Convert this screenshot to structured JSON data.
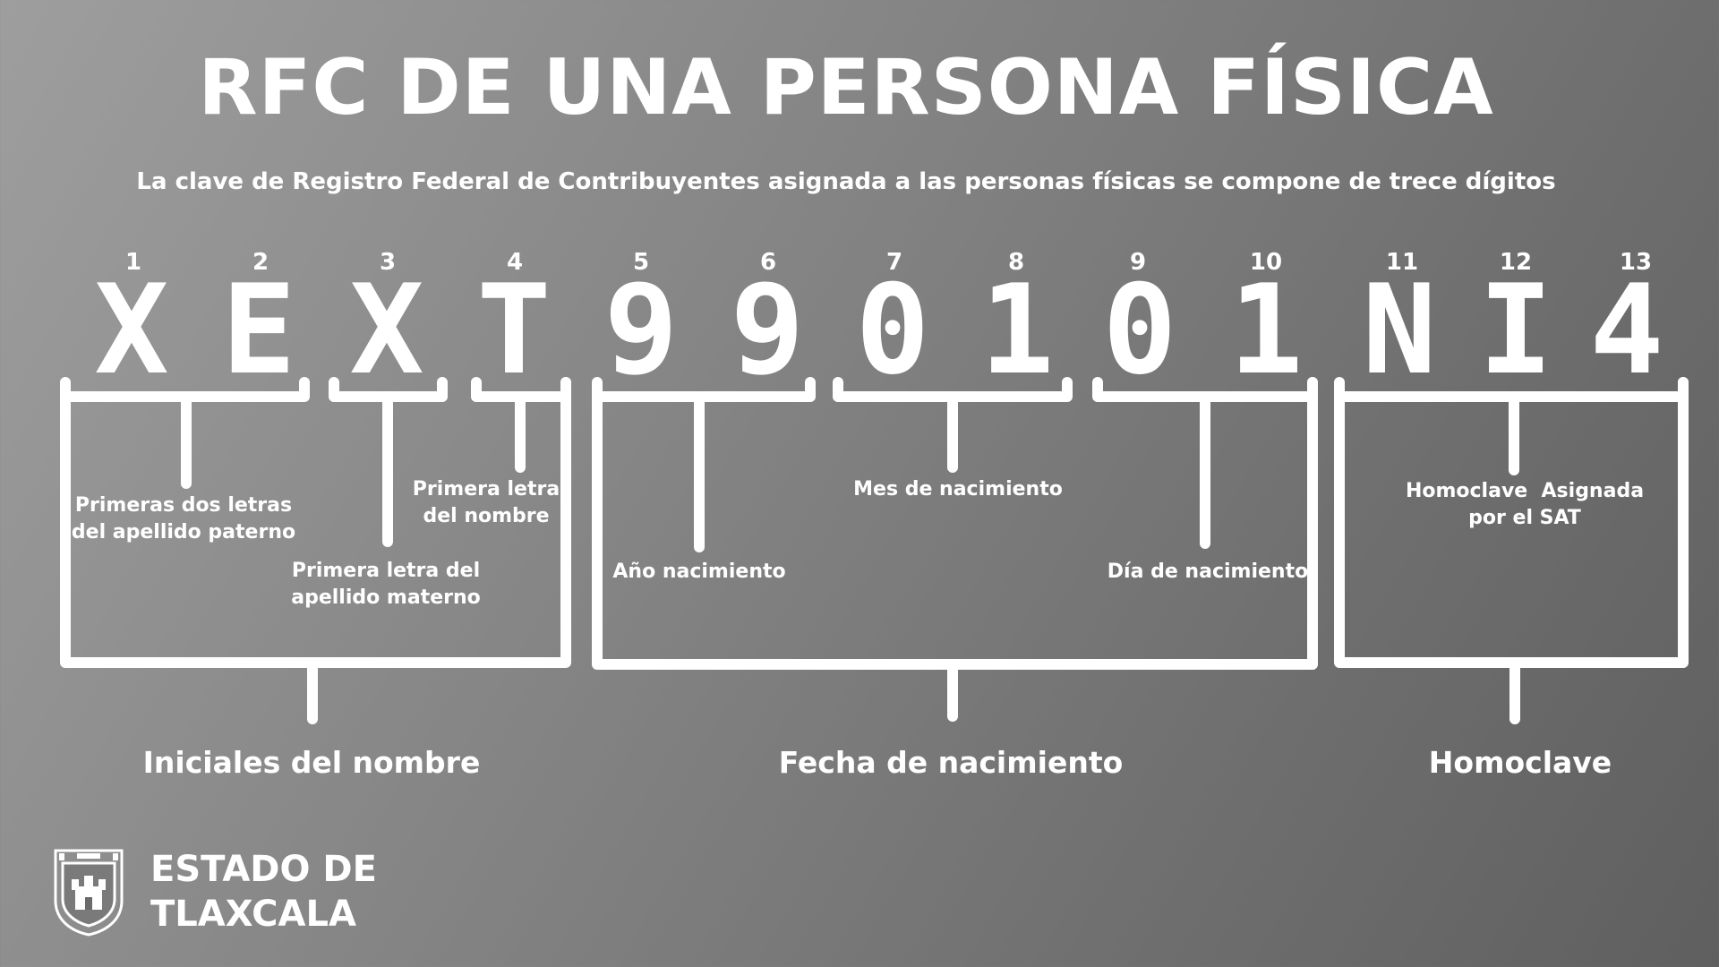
{
  "title": "RFC DE UNA PERSONA FÍSICA",
  "subtitle": "La clave de Registro Federal de Contribuyentes asignada a las personas físicas se compone de trece dígitos",
  "positions": [
    "1",
    "2",
    "3",
    "4",
    "5",
    "6",
    "7",
    "8",
    "9",
    "10",
    "11",
    "12",
    "13"
  ],
  "characters": [
    "X",
    "E",
    "X",
    "T",
    "9",
    "9",
    "0",
    "1",
    "0",
    "1",
    "N",
    "I",
    "4"
  ],
  "descriptions": {
    "apellido_paterno": [
      "Primeras dos letras",
      "del apellido paterno"
    ],
    "apellido_materno": [
      "Primera letra del",
      "apellido materno"
    ],
    "nombre": [
      "Primera letra",
      "del nombre"
    ],
    "anio": "Año nacimiento",
    "mes": "Mes de nacimiento",
    "dia": "Día de nacimiento",
    "homoclave": [
      "Homoclave  Asignada",
      "por el SAT"
    ]
  },
  "groups": {
    "iniciales": "Iniciales del nombre",
    "fecha": "Fecha de nacimiento",
    "homoclave": "Homoclave"
  },
  "logo": {
    "icon": "coat-of-arms-icon",
    "text": [
      "ESTADO DE",
      "TLAXCALA"
    ]
  },
  "colors": {
    "background_start": "#9e9e9e",
    "background_end": "#5f5f5f",
    "foreground": "#ffffff"
  }
}
